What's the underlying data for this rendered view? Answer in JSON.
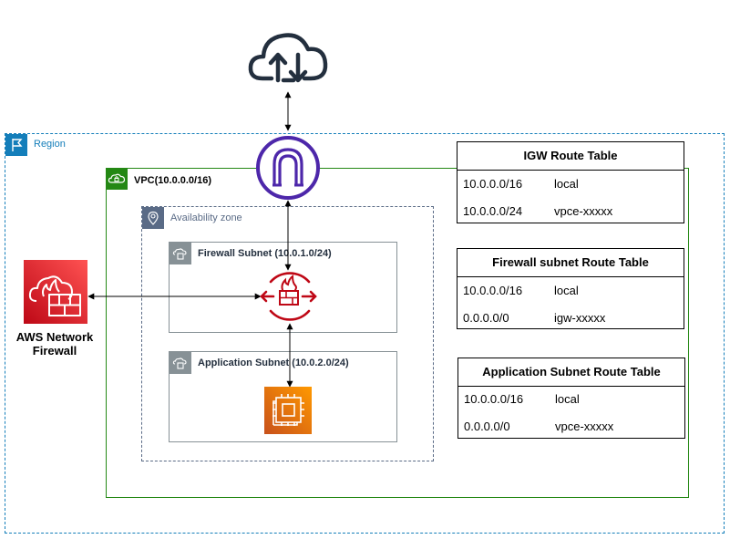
{
  "region": {
    "label": "Region"
  },
  "vpc": {
    "label": "VPC(10.0.0.0/16)"
  },
  "availability_zone": {
    "label": "Availability zone"
  },
  "firewall_subnet": {
    "label": "Firewall Subnet   (10.0.1.0/24)"
  },
  "application_subnet": {
    "label": "Application Subnet (10.0.2.0/24)"
  },
  "network_firewall": {
    "label_line1": "AWS Network",
    "label_line2": "Firewall"
  },
  "route_tables": [
    {
      "title": "IGW Route Table",
      "rows": [
        {
          "destination": "10.0.0.0/16",
          "target": "local"
        },
        {
          "destination": "10.0.0.0/24",
          "target": "vpce-xxxxx"
        }
      ]
    },
    {
      "title": "Firewall subnet Route Table",
      "rows": [
        {
          "destination": "10.0.0.0/16",
          "target": "local"
        },
        {
          "destination": "0.0.0.0/0",
          "target": "igw-xxxxx"
        }
      ]
    },
    {
      "title": "Application Subnet Route Table",
      "rows": [
        {
          "destination": "10.0.0.0/16",
          "target": "local"
        },
        {
          "destination": "0.0.0.0/0",
          "target": "vpce-xxxxx"
        }
      ]
    }
  ],
  "colors": {
    "region": "#147eba",
    "vpc": "#248814",
    "availability_zone": "#5a6b86",
    "subnet": "#879196",
    "internet_gateway": "#4d27aa",
    "firewall": "#bf0816",
    "network_firewall_bg": "#dd344c",
    "ec2": "#ed7100"
  },
  "icons": [
    "internet-cloud-icon",
    "region-flag-icon",
    "vpc-cloud-lock-icon",
    "availability-zone-pin-icon",
    "subnet-icon",
    "internet-gateway-icon",
    "firewall-endpoint-icon",
    "network-firewall-icon",
    "ec2-instance-icon"
  ]
}
